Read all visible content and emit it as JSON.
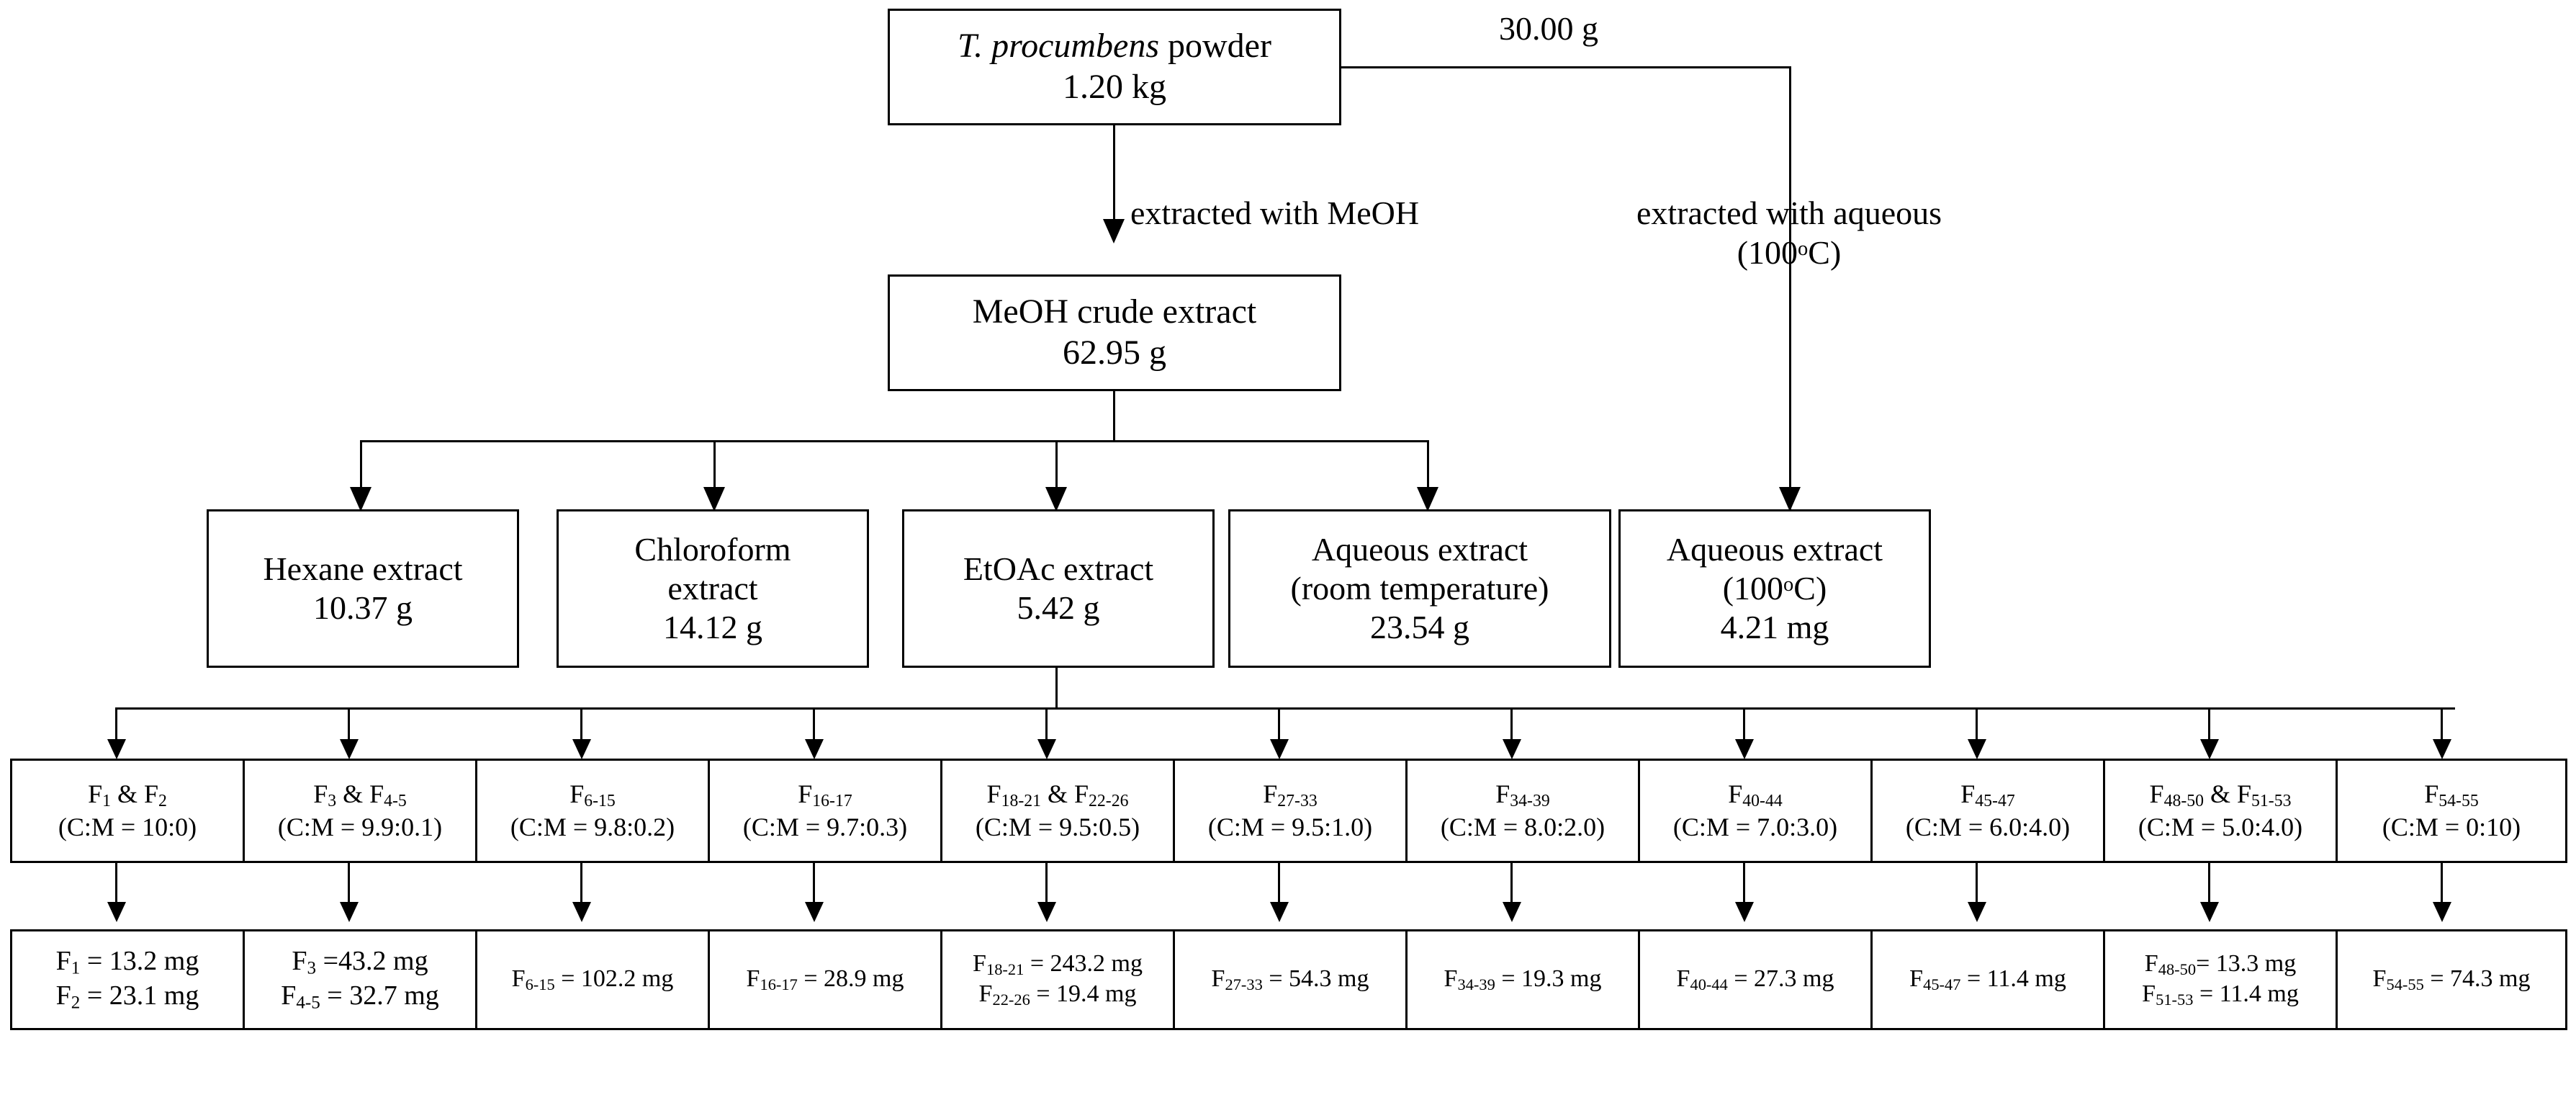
{
  "diagram": {
    "title": "Extraction and fractionation scheme of T. procumbens",
    "colors": {
      "line": "#000000",
      "background": "#ffffff",
      "text": "#000000"
    },
    "top_node": {
      "name": "T. procumbens powder",
      "name_italic_part": "T. procumbens",
      "name_plain_part": " powder",
      "amount": "1.20 kg"
    },
    "branch_labels": {
      "meoh": "extracted with MeOH",
      "aqueous_line1": "extracted with aqueous",
      "aqueous_line2_pre": "(100",
      "aqueous_line2_sup": "o",
      "aqueous_line2_post": "C)",
      "aliquot_amount": "30.00 g"
    },
    "crude_node": {
      "name": "MeOH crude extract",
      "amount": "62.95 g"
    },
    "extracts": [
      {
        "name_lines": [
          "Hexane extract"
        ],
        "amount": "10.37 g"
      },
      {
        "name_lines": [
          "Chloroform",
          "extract"
        ],
        "amount": "14.12 g"
      },
      {
        "name_lines": [
          "EtOAc extract"
        ],
        "amount": "5.42 g"
      },
      {
        "name_lines": [
          "Aqueous extract",
          "(room temperature)"
        ],
        "amount": "23.54 g"
      },
      {
        "name_lines": [
          "Aqueous extract"
        ],
        "amount": "4.21 mg",
        "temp_pre": "(100",
        "temp_sup": "o",
        "temp_post": "C)"
      }
    ],
    "fractions": [
      {
        "label_pre": "F",
        "label_sub1": "1",
        "amp": " & F",
        "label_sub2": "2",
        "ratio": "(C:M = 10:0)"
      },
      {
        "label_pre": "F",
        "label_sub1": "3",
        "amp": " & F",
        "label_sub2": "4-5",
        "ratio": "(C:M = 9.9:0.1)"
      },
      {
        "label_pre": "F",
        "label_sub1": "6-15",
        "amp": "",
        "label_sub2": "",
        "ratio": "(C:M = 9.8:0.2)"
      },
      {
        "label_pre": "F",
        "label_sub1": "16-17",
        "amp": "",
        "label_sub2": "",
        "ratio": "(C:M = 9.7:0.3)"
      },
      {
        "label_pre": "F",
        "label_sub1": "18-21",
        "amp": " & F",
        "label_sub2": "22-26",
        "ratio": "(C:M = 9.5:0.5)"
      },
      {
        "label_pre": "F",
        "label_sub1": "27-33",
        "amp": "",
        "label_sub2": "",
        "ratio": "(C:M = 9.5:1.0)"
      },
      {
        "label_pre": "F",
        "label_sub1": "34-39",
        "amp": "",
        "label_sub2": "",
        "ratio": "(C:M = 8.0:2.0)"
      },
      {
        "label_pre": "F",
        "label_sub1": "40-44",
        "amp": "",
        "label_sub2": "",
        "ratio": "(C:M = 7.0:3.0)"
      },
      {
        "label_pre": "F",
        "label_sub1": "45-47",
        "amp": "",
        "label_sub2": "",
        "ratio": "(C:M = 6.0:4.0)"
      },
      {
        "label_pre": "F",
        "label_sub1": "48-50",
        "amp": " & F",
        "label_sub2": "51-53",
        "ratio": "(C:M = 5.0:4.0)"
      },
      {
        "label_pre": "F",
        "label_sub1": "54-55",
        "amp": "",
        "label_sub2": "",
        "ratio": "(C:M = 0:10)"
      }
    ],
    "yields": [
      {
        "lines": [
          {
            "f": "F",
            "sub": "1",
            "val": " = 13.2 mg"
          },
          {
            "f": "F",
            "sub": "2",
            "val": " = 23.1 mg"
          }
        ]
      },
      {
        "lines": [
          {
            "f": "F",
            "sub": "3",
            "val": " =43.2 mg"
          },
          {
            "f": "F",
            "sub": "4-5",
            "val": " = 32.7 mg"
          }
        ]
      },
      {
        "lines": [
          {
            "f": "F",
            "sub": "6-15",
            "val": " = 102.2 mg"
          }
        ]
      },
      {
        "lines": [
          {
            "f": "F",
            "sub": "16-17",
            "val": " = 28.9 mg"
          }
        ]
      },
      {
        "lines": [
          {
            "f": "F",
            "sub": "18-21",
            "val": " = 243.2 mg"
          },
          {
            "f": "F",
            "sub": "22-26",
            "val": " = 19.4 mg"
          }
        ]
      },
      {
        "lines": [
          {
            "f": "F",
            "sub": "27-33",
            "val": " = 54.3 mg"
          }
        ]
      },
      {
        "lines": [
          {
            "f": "F",
            "sub": "34-39",
            "val": " = 19.3 mg"
          }
        ]
      },
      {
        "lines": [
          {
            "f": "F",
            "sub": "40-44",
            "val": " = 27.3 mg"
          }
        ]
      },
      {
        "lines": [
          {
            "f": "F",
            "sub": "45-47",
            "val": " = 11.4 mg"
          }
        ]
      },
      {
        "lines": [
          {
            "f": "F",
            "sub": "48-50",
            "val": "= 13.3 mg"
          },
          {
            "f": "F",
            "sub": "51-53",
            "val": " = 11.4 mg"
          }
        ]
      },
      {
        "lines": [
          {
            "f": "F",
            "sub": "54-55",
            "val": " = 74.3 mg"
          }
        ]
      }
    ]
  }
}
